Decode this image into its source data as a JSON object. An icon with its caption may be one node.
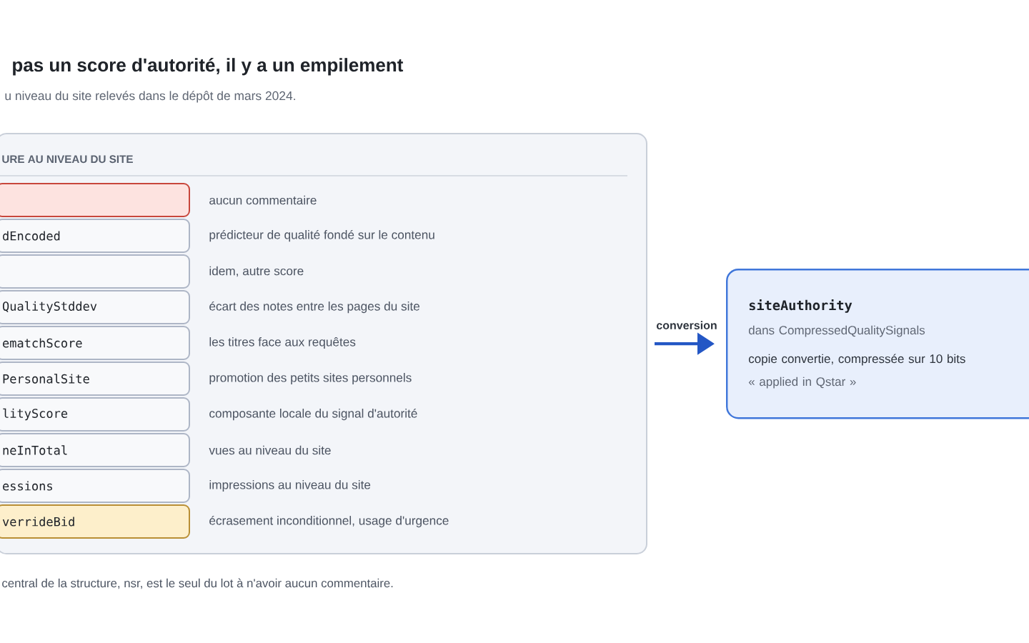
{
  "diagram": {
    "title": "pas un score d'autorité, il y a un empilement",
    "caption": "u niveau du site relevés dans le dépôt de mars 2024.",
    "nodes": [
      {
        "text": [
          "URE AU NIVEAU DU SITE"
        ]
      },
      {
        "text": [],
        "shape": "box",
        "in": 0,
        "beside": [
          "aucun commentaire"
        ]
      },
      {
        "text": [
          "dEncoded"
        ],
        "in": 0,
        "beside": [
          "prédicteur de qualité fondé sur le contenu"
        ]
      },
      {
        "text": [],
        "shape": "box",
        "in": 0,
        "beside": [
          "idem, autre score"
        ]
      },
      {
        "text": [
          "QualityStddev"
        ],
        "in": 0,
        "beside": [
          "écart des notes entre les pages du site"
        ]
      },
      {
        "text": [
          "ematchScore"
        ],
        "in": 0,
        "beside": [
          "les titres face aux requêtes"
        ]
      },
      {
        "text": [
          "PersonalSite"
        ],
        "in": 0,
        "beside": [
          "promotion des petits sites personnels"
        ]
      },
      {
        "text": [
          "lityScore"
        ],
        "in": 0,
        "beside": [
          "composante locale du signal d'autorité"
        ]
      },
      {
        "text": [
          "neInTotal"
        ],
        "in": 0,
        "beside": [
          "vues au niveau du site"
        ]
      },
      {
        "text": [
          "essions"
        ],
        "in": 0,
        "beside": [
          "impressions au niveau du site"
        ]
      },
      {
        "text": [
          "verrideBid"
        ],
        "in": 0,
        "beside": [
          "écrasement inconditionnel, usage d'urgence"
        ]
      },
      {
        "text": [
          "siteAuthority",
          "dans CompressedQualitySignals",
          "copie convertie, compressée sur 10 bits",
          "« applied in Qstar »"
        ]
      }
    ],
    "edges": [
      {
        "from": 0,
        "to": 11,
        "arrow": "to",
        "label": "conversion"
      }
    ],
    "labels": [
      "central de la structure, nsr, est le seul du lot à n'avoir aucun commentaire."
    ]
  }
}
